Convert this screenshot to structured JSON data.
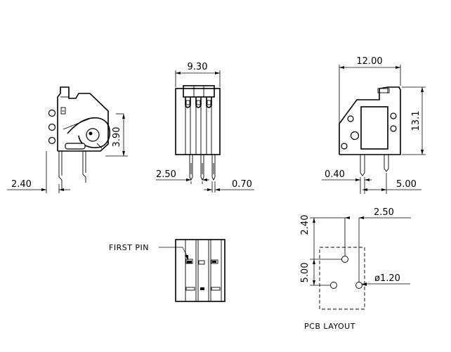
{
  "dimensions": {
    "front_width": "9.30",
    "side_width": "12.00",
    "side_height": "13.1",
    "left_height": "3.90",
    "left_offset": "2.40",
    "pin_pitch": "2.50",
    "pin_width": "0.70",
    "side_pin_offset": "0.40",
    "side_pin_pitch": "5.00",
    "pcb_top": "2.40",
    "pcb_pitch_h": "2.50",
    "pcb_pitch_v": "5.00",
    "pcb_hole": "ø1.20"
  },
  "labels": {
    "first_pin": "FIRST PIN",
    "pcb_layout": "PCB LAYOUT"
  }
}
